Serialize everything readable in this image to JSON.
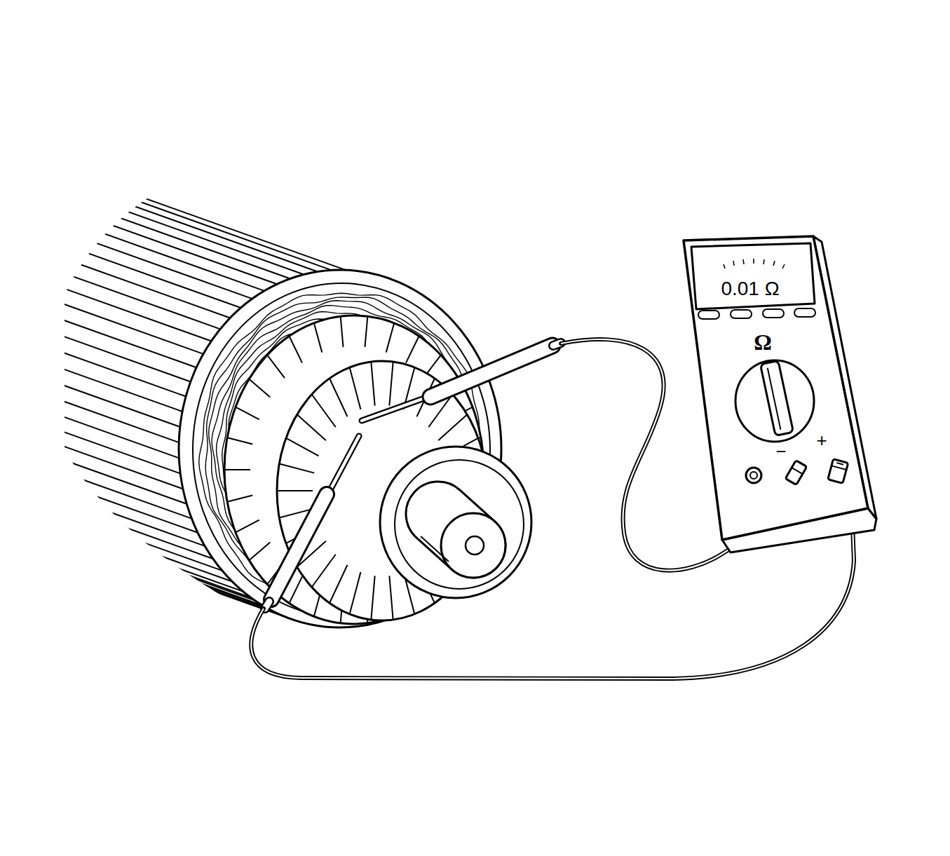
{
  "diagram": {
    "labels": [
      "0.01 Ω",
      "Ω",
      "−",
      "+"
    ]
  }
}
